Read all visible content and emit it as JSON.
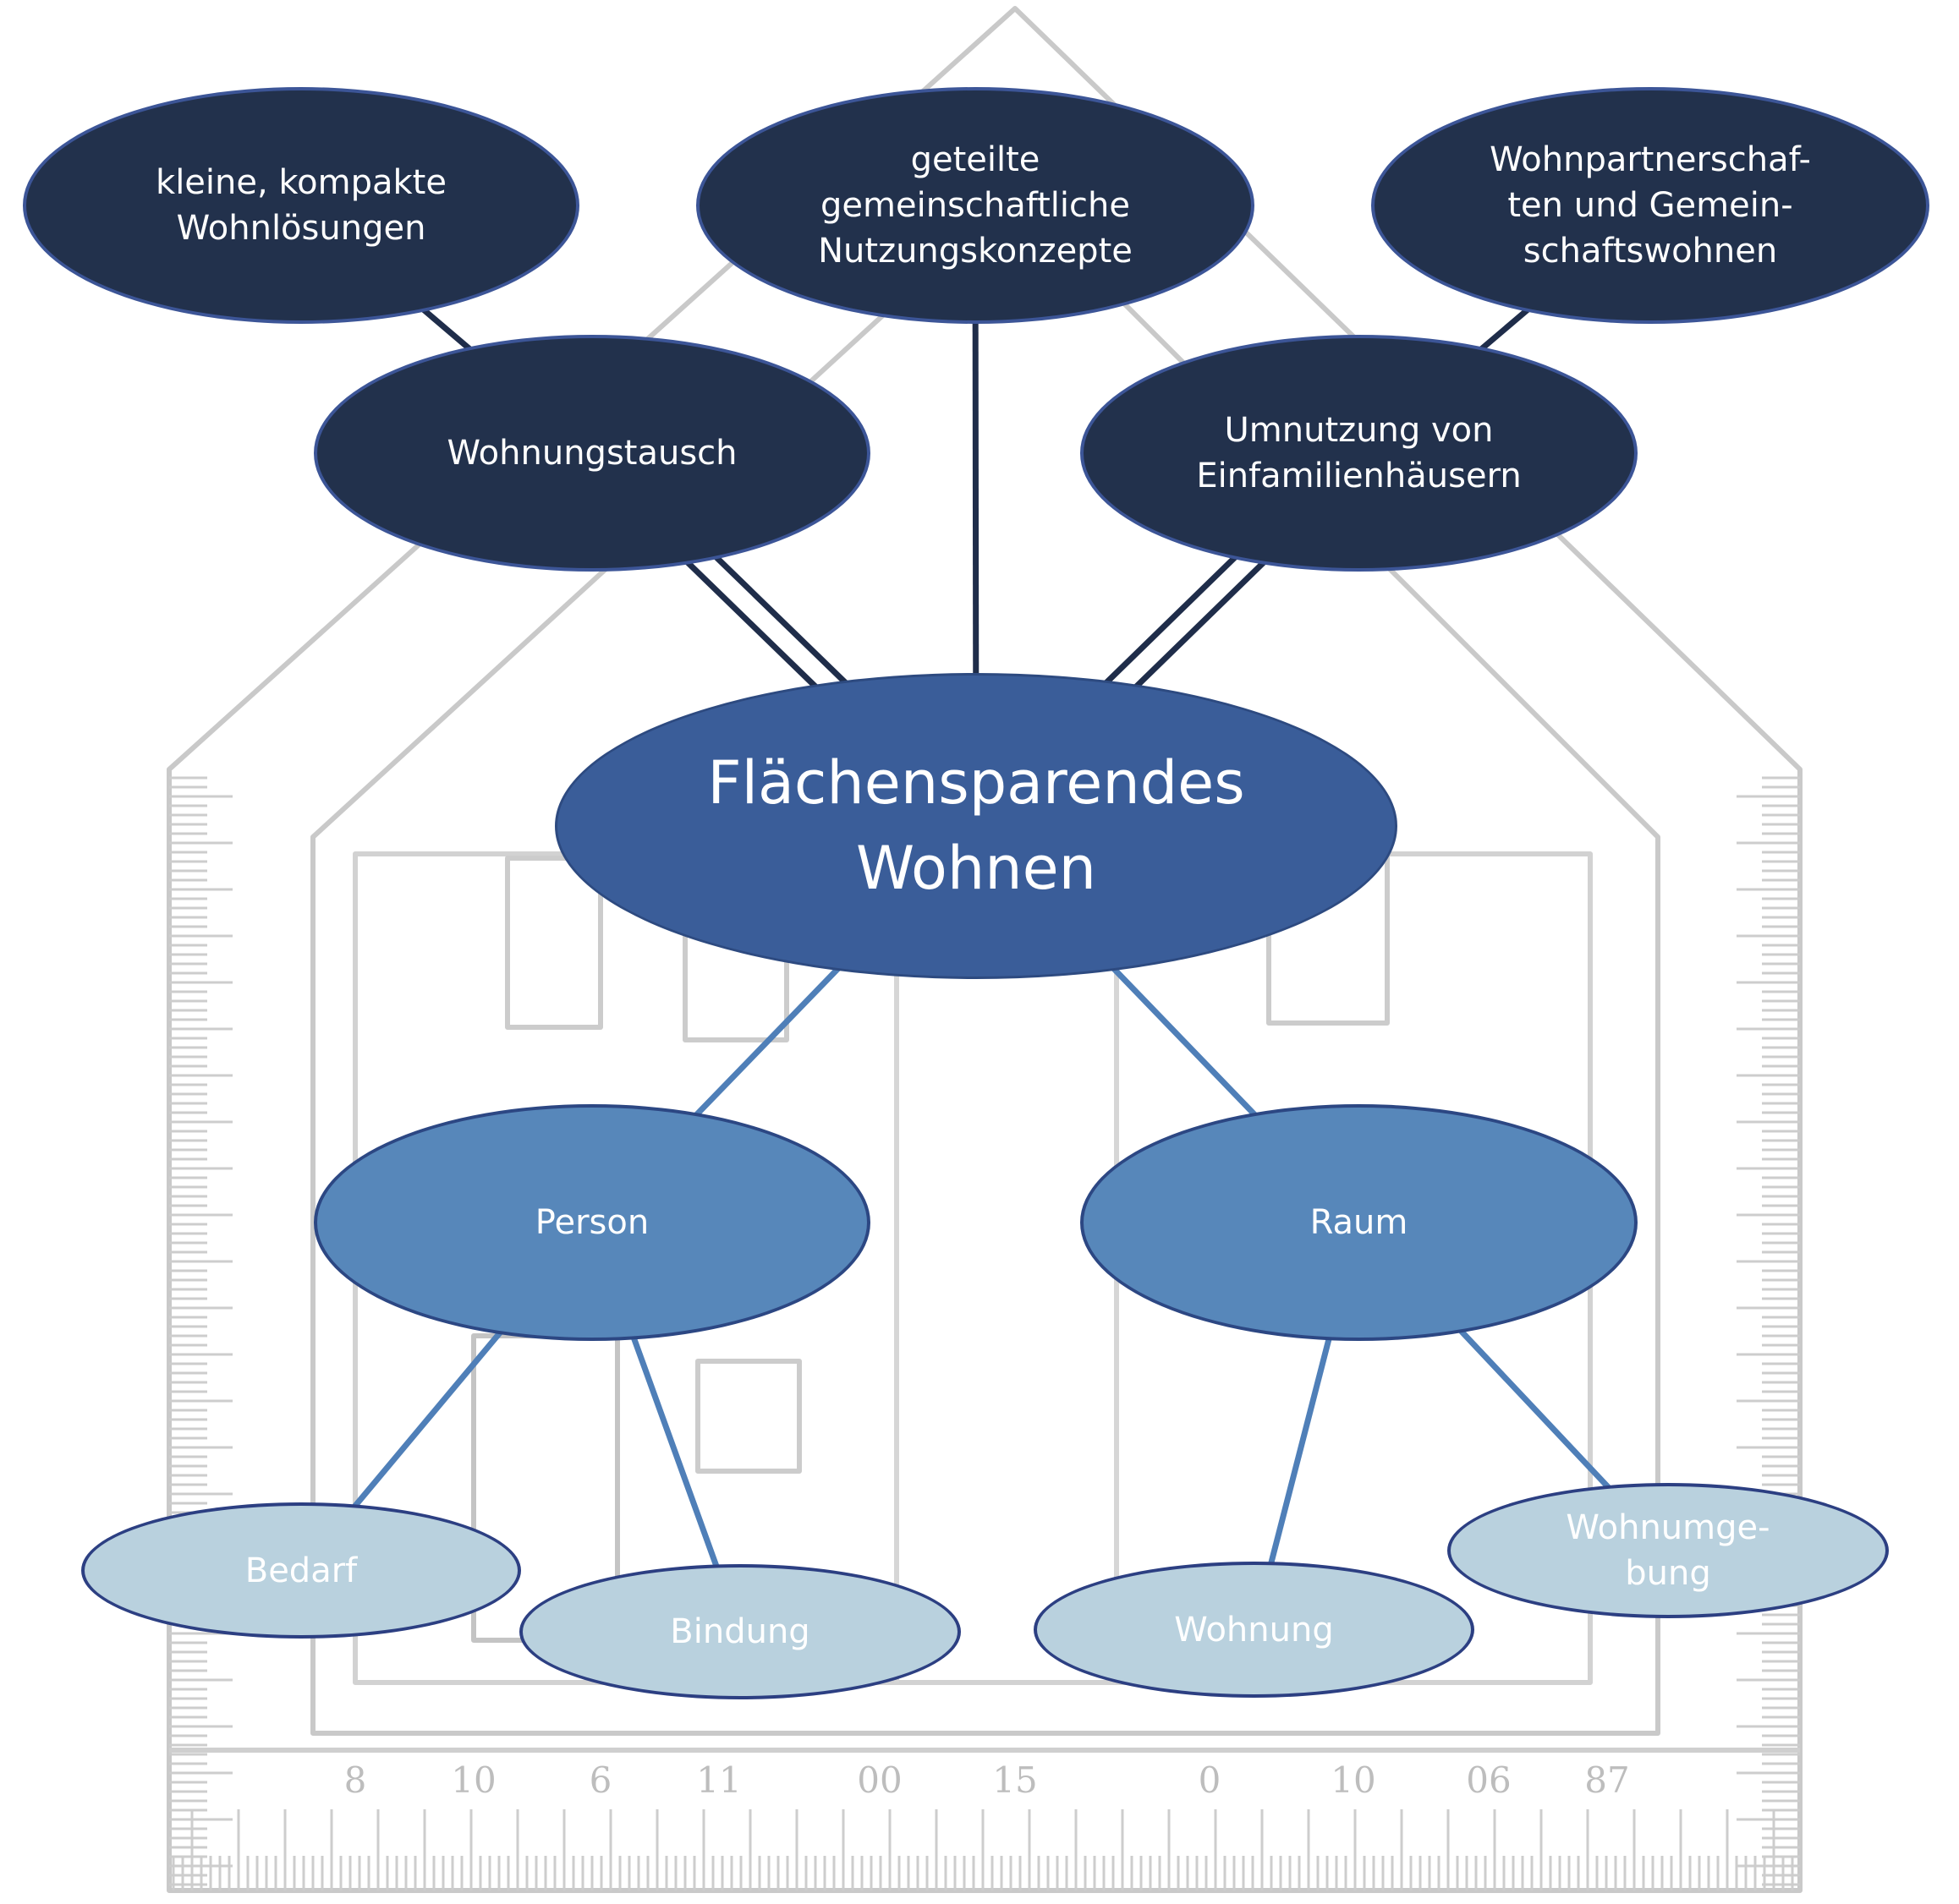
{
  "title": "Flächensparendes Wohnen",
  "colors": {
    "dark_node": "#22314c",
    "root_node": "#3a5d99",
    "mid_node": "#5787ba",
    "leaf_node": "#b9d1de",
    "dark_link": "#1f2d4a",
    "light_link": "#4f7fb8",
    "background_sketch": "#c8c8c8"
  },
  "nodes": {
    "root": {
      "label": "Flächensparendes Wohnen",
      "lines": [
        "Flächensparendes",
        "Wohnen"
      ]
    },
    "kleine": {
      "label": "kleine, kompakte Wohnlösungen",
      "lines": [
        "kleine, kompakte",
        "Wohnlösungen"
      ]
    },
    "geteilte": {
      "label": "geteilte gemeinschaftliche Nutzungskonzepte",
      "lines": [
        "geteilte",
        "gemeinschaftliche",
        "Nutzungskonzepte"
      ]
    },
    "wohnpartner": {
      "label": "Wohnpartnerschaften und Gemeinschaftswohnen",
      "lines": [
        "Wohnpartnerschaf-",
        "ten und Gemein-",
        "schaftswohnen"
      ]
    },
    "tausch": {
      "label": "Wohnungstausch",
      "lines": [
        "Wohnungstausch"
      ]
    },
    "umnutzung": {
      "label": "Umnutzung von Einfamilienhäusern",
      "lines": [
        "Umnutzung von",
        "Einfamilienhäusern"
      ]
    },
    "person": {
      "label": "Person",
      "lines": [
        "Person"
      ]
    },
    "raum": {
      "label": "Raum",
      "lines": [
        "Raum"
      ]
    },
    "bedarf": {
      "label": "Bedarf",
      "lines": [
        "Bedarf"
      ]
    },
    "bindung": {
      "label": "Bindung",
      "lines": [
        "Bindung"
      ]
    },
    "wohnung": {
      "label": "Wohnung",
      "lines": [
        "Wohnung"
      ]
    },
    "wohnumgebung": {
      "label": "Wohnumgebung",
      "lines": [
        "Wohnumge-",
        "bung"
      ]
    }
  },
  "edges": [
    {
      "from": "kleine",
      "to": "tausch",
      "style": "dark"
    },
    {
      "from": "tausch",
      "to": "root",
      "style": "dark-double"
    },
    {
      "from": "geteilte",
      "to": "root",
      "style": "dark"
    },
    {
      "from": "wohnpartner",
      "to": "umnutzung",
      "style": "dark"
    },
    {
      "from": "umnutzung",
      "to": "root",
      "style": "dark-double"
    },
    {
      "from": "root",
      "to": "person",
      "style": "light"
    },
    {
      "from": "root",
      "to": "raum",
      "style": "light"
    },
    {
      "from": "person",
      "to": "bedarf",
      "style": "light"
    },
    {
      "from": "person",
      "to": "bindung",
      "style": "light"
    },
    {
      "from": "raum",
      "to": "wohnung",
      "style": "light"
    },
    {
      "from": "raum",
      "to": "wohnumgebung",
      "style": "light"
    }
  ],
  "ruler_digits": {
    "bottom": [
      "8",
      "10",
      "6",
      "11",
      "00",
      "15",
      "0",
      "10",
      "06",
      "87"
    ]
  }
}
